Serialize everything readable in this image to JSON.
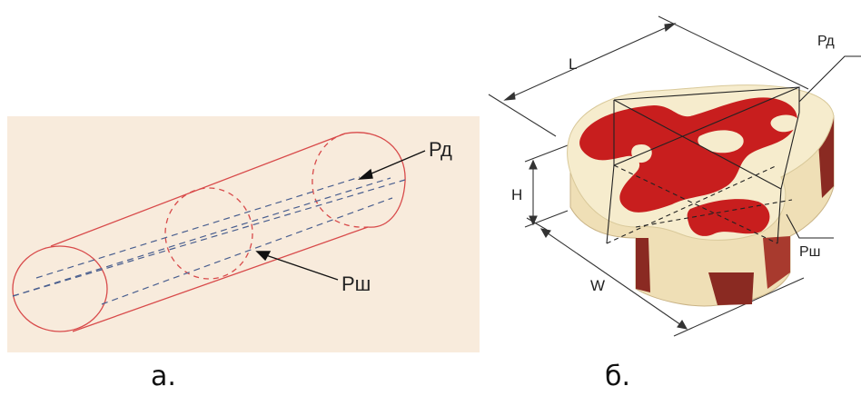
{
  "panel_a": {
    "label_rd": "Рд",
    "label_rsh": "Рш",
    "caption": "а."
  },
  "panel_b": {
    "label_L": "L",
    "label_H": "H",
    "label_W": "W",
    "label_rd": "Рд",
    "label_rsh": "Рш",
    "caption": "б."
  },
  "colors": {
    "panel_a_background": "#f8ebdc",
    "cylinder_stroke": "#d84a4a",
    "dash_stroke": "#4a5f8f",
    "meat_red": "#c81e1e",
    "fat_cream": "#f6eccd",
    "meat_dark": "#8a2a22"
  }
}
